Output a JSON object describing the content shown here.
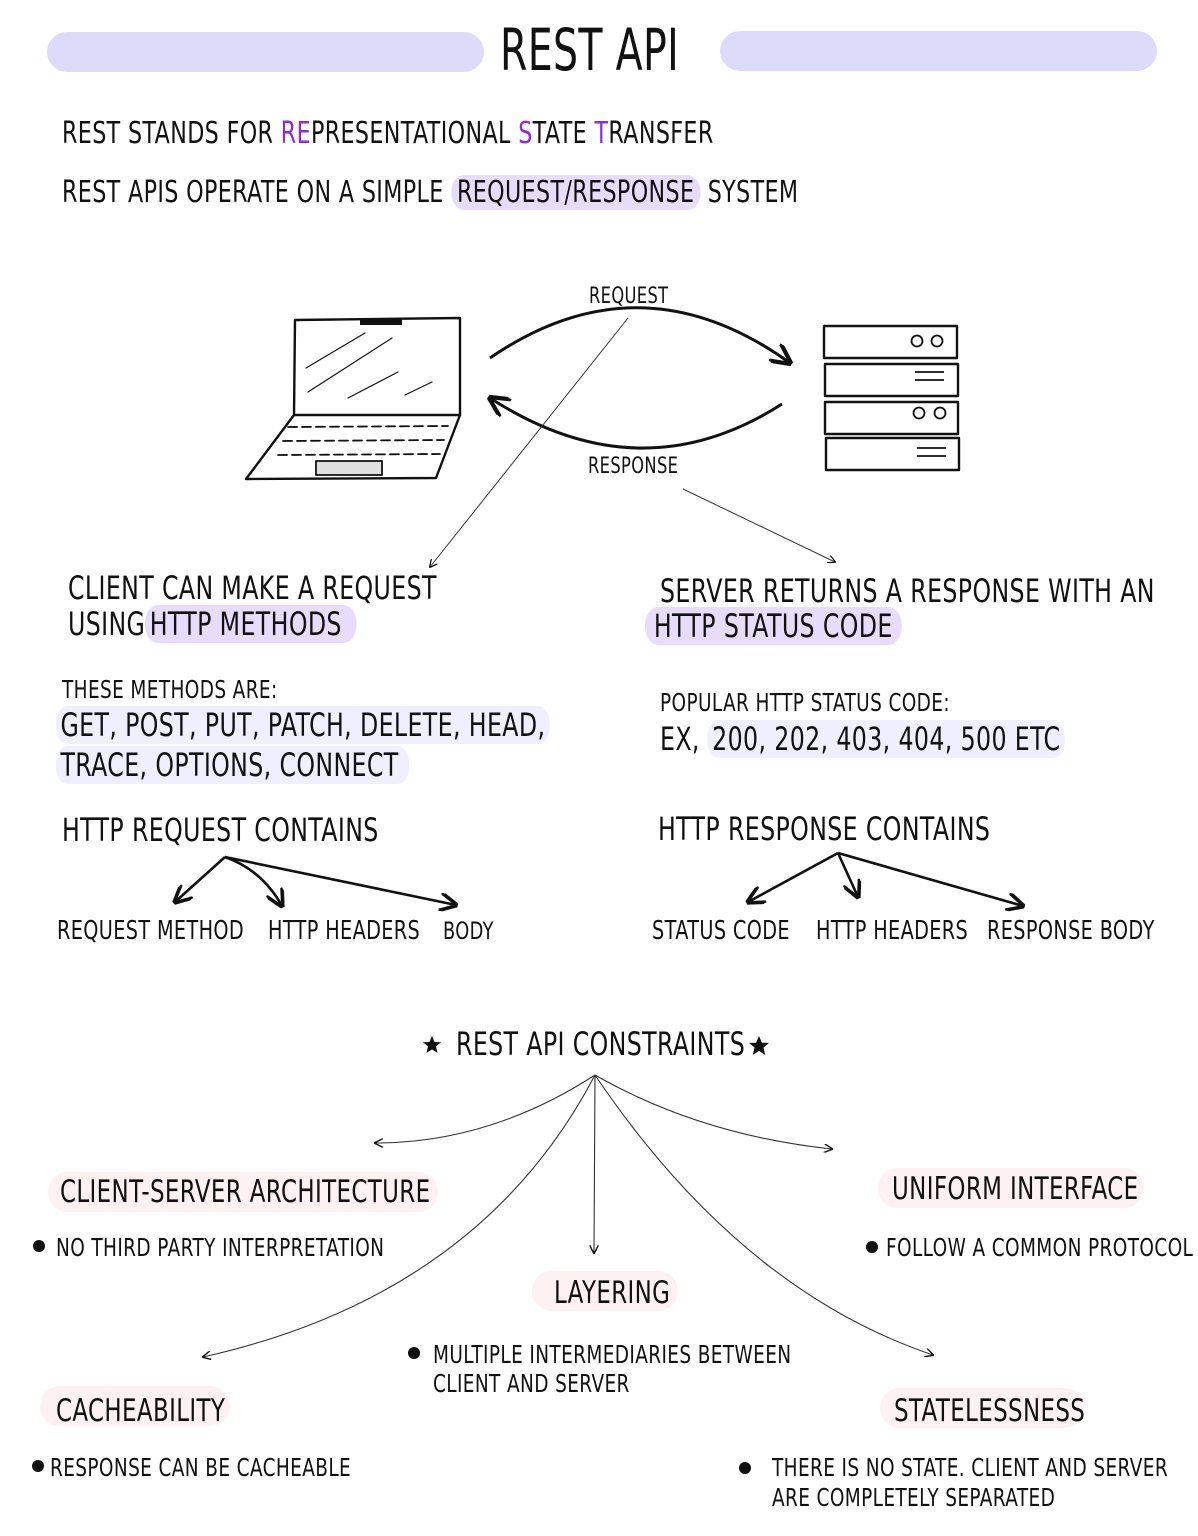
{
  "title": "REST API",
  "intro": {
    "line1_parts": [
      "REST STANDS FOR ",
      "RE",
      "PRESENTATIONAL ",
      "S",
      "TATE ",
      "T",
      "RANSFER"
    ],
    "line2_prefix": "REST APIS OPERATE ON A SIMPLE ",
    "line2_highlight": "REQUEST/RESPONSE",
    "line2_suffix": " SYSTEM"
  },
  "diagram": {
    "request_label": "REQUEST",
    "response_label": "RESPONSE",
    "client_icon": "laptop-icon",
    "server_icon": "server-rack-icon"
  },
  "client": {
    "heading_line1": "CLIENT CAN MAKE A REQUEST",
    "heading_line2_prefix": "USING",
    "heading_line2_highlight": "HTTP METHODS",
    "methods_label": "THESE METHODS ARE:",
    "methods_line1": "GET, POST, PUT, PATCH, DELETE, HEAD,",
    "methods_line2": "TRACE, OPTIONS, CONNECT",
    "contains_title": "HTTP REQUEST CONTAINS",
    "contains_items": [
      "REQUEST METHOD",
      "HTTP HEADERS",
      "BODY"
    ]
  },
  "server": {
    "heading_line1": "SERVER RETURNS A RESPONSE WITH AN",
    "heading_line2_highlight": "HTTP STATUS CODE",
    "codes_label": "POPULAR HTTP STATUS CODE:",
    "codes_prefix": "EX, ",
    "codes_highlight": "200, 202, 403, 404, 500 ETC",
    "contains_title": "HTTP RESPONSE CONTAINS",
    "contains_items": [
      "STATUS CODE",
      "HTTP HEADERS",
      "RESPONSE BODY"
    ]
  },
  "constraints": {
    "title": "REST API CONSTRAINTS",
    "star_icon": "star-icon",
    "items": [
      {
        "name": "CLIENT-SERVER ARCHITECTURE",
        "note": "NO THIRD PARTY INTERPRETATION"
      },
      {
        "name": "UNIFORM INTERFACE",
        "note": "FOLLOW A COMMON PROTOCOL"
      },
      {
        "name": "LAYERING",
        "note_line1": "MULTIPLE INTERMEDIARIES BETWEEN",
        "note_line2": "CLIENT AND SERVER"
      },
      {
        "name": "CACHEABILITY",
        "note": "RESPONSE CAN BE CACHEABLE"
      },
      {
        "name": "STATELESSNESS",
        "note_line1": "THERE IS NO STATE. CLIENT AND SERVER",
        "note_line2": "ARE COMPLETELY SEPARATED"
      }
    ]
  },
  "colors": {
    "accent": "#8a2be2",
    "highlight_purple": "#e8dcfb",
    "highlight_lavender": "#f0efff",
    "highlight_pink": "#fdf1f1",
    "title_bar": "#dcdcfa",
    "ink": "#111111"
  }
}
